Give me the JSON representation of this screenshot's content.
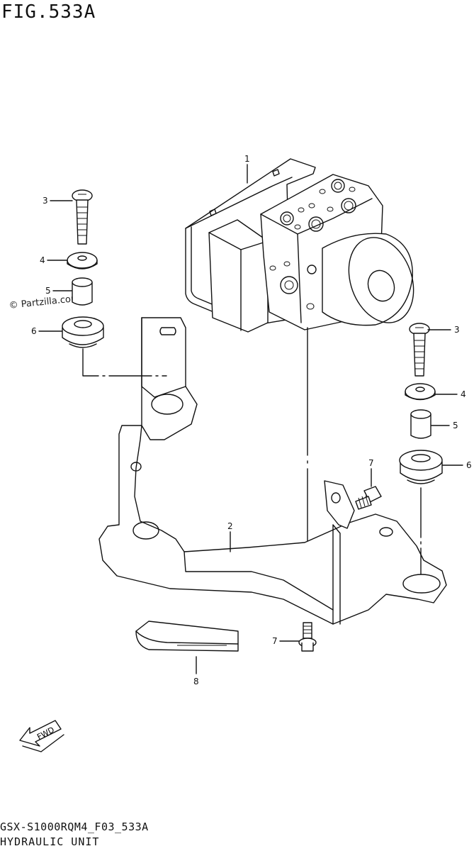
{
  "figure": {
    "title": "FIG.533A",
    "watermark": "© Partzilla.com",
    "footer_code": "GSX-S1000RQM4_F03_533A",
    "footer_name": "HYDRAULIC UNIT",
    "fwd_label": "FWD"
  },
  "callouts": [
    {
      "id": "c1",
      "label": "1"
    },
    {
      "id": "c2",
      "label": "2"
    },
    {
      "id": "c3a",
      "label": "3"
    },
    {
      "id": "c3b",
      "label": "3"
    },
    {
      "id": "c4a",
      "label": "4"
    },
    {
      "id": "c4b",
      "label": "4"
    },
    {
      "id": "c5a",
      "label": "5"
    },
    {
      "id": "c5b",
      "label": "5"
    },
    {
      "id": "c6a",
      "label": "6"
    },
    {
      "id": "c6b",
      "label": "6"
    },
    {
      "id": "c7a",
      "label": "7"
    },
    {
      "id": "c7b",
      "label": "7"
    },
    {
      "id": "c8",
      "label": "8"
    }
  ]
}
